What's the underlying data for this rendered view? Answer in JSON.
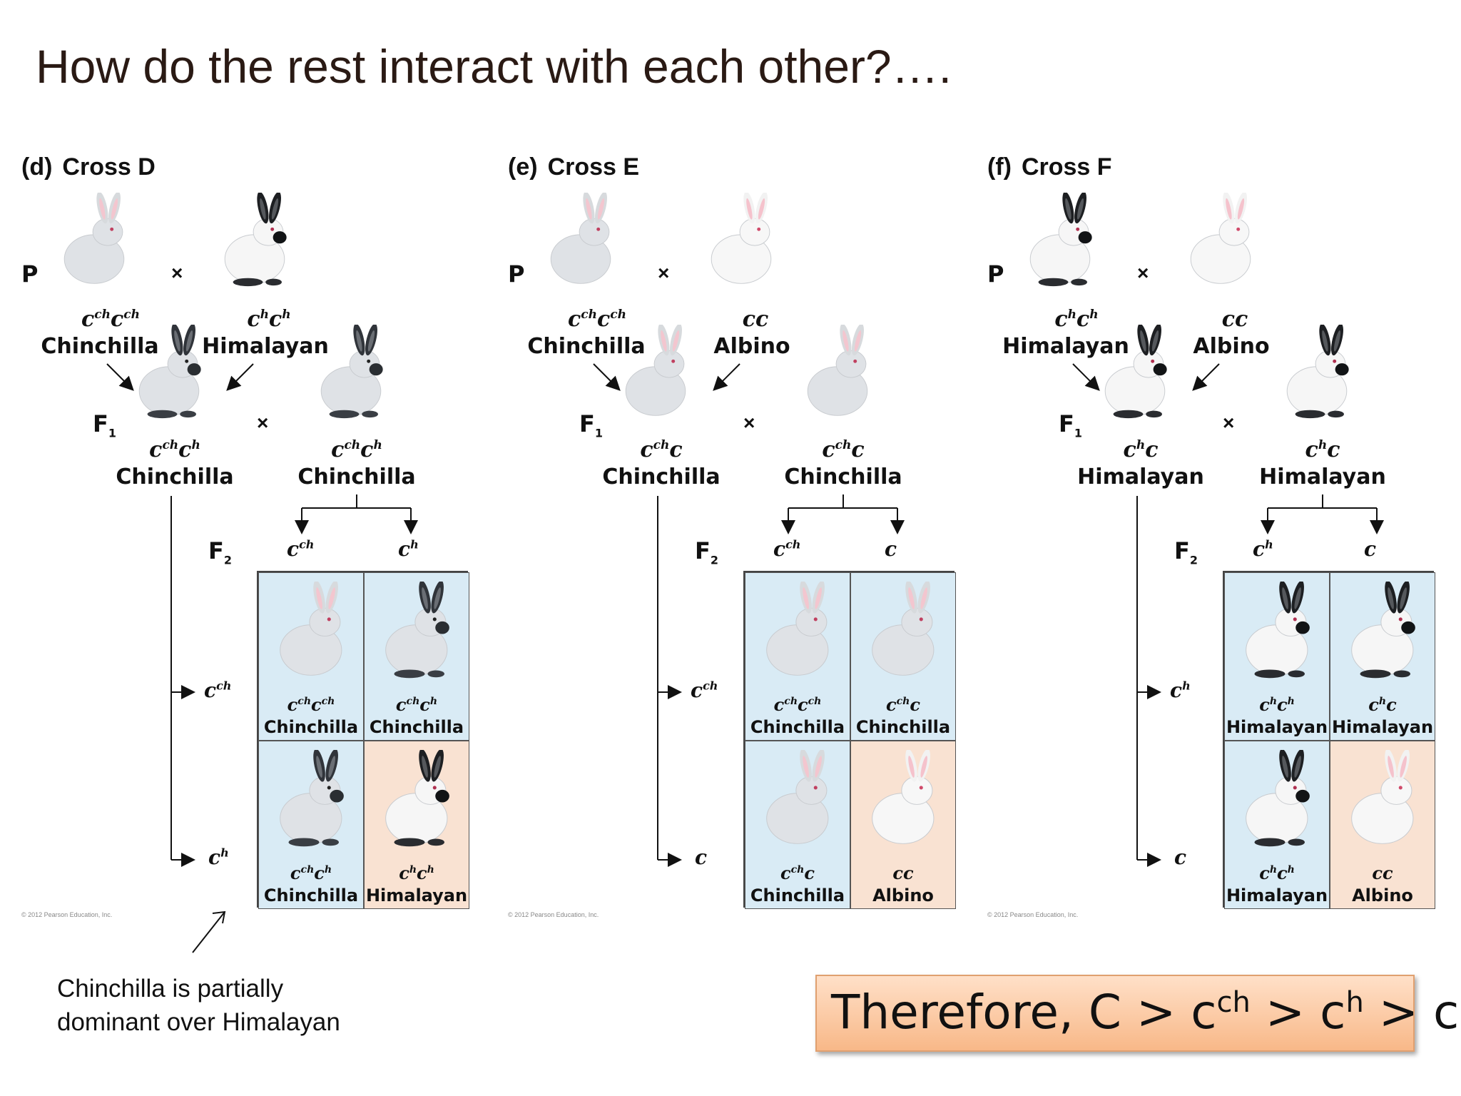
{
  "title": "How do the rest interact with each other?….",
  "crosses": [
    {
      "letter": "(d)",
      "name": "Cross D",
      "p_left": {
        "geno_html": "c<sup>ch</sup>c<sup>ch</sup>",
        "pheno": "Chinchilla",
        "type": "chinchilla"
      },
      "p_right": {
        "geno_html": "c<sup>h</sup>c<sup>h</sup>",
        "pheno": "Himalayan",
        "type": "himalayan"
      },
      "f1_left": {
        "geno_html": "c<sup>ch</sup>c<sup>h</sup>",
        "pheno": "Chinchilla",
        "type": "chinchilla-dark"
      },
      "f1_right": {
        "geno_html": "c<sup>ch</sup>c<sup>h</sup>",
        "pheno": "Chinchilla",
        "type": "chinchilla-dark"
      },
      "col_alleles": [
        "c<sup>ch</sup>",
        "c<sup>h</sup>"
      ],
      "row_alleles": [
        "c<sup>ch</sup>",
        "c<sup>h</sup>"
      ],
      "cells": [
        {
          "geno_html": "c<sup>ch</sup>c<sup>ch</sup>",
          "pheno": "Chinchilla",
          "bg": "blue",
          "type": "chinchilla"
        },
        {
          "geno_html": "c<sup>ch</sup>c<sup>h</sup>",
          "pheno": "Chinchilla",
          "bg": "blue",
          "type": "chinchilla-dark"
        },
        {
          "geno_html": "c<sup>ch</sup>c<sup>h</sup>",
          "pheno": "Chinchilla",
          "bg": "blue",
          "type": "chinchilla-dark"
        },
        {
          "geno_html": "c<sup>h</sup>c<sup>h</sup>",
          "pheno": "Himalayan",
          "bg": "peach",
          "type": "himalayan"
        }
      ],
      "copyright": "© 2012 Pearson Education, Inc."
    },
    {
      "letter": "(e)",
      "name": "Cross E",
      "p_left": {
        "geno_html": "c<sup>ch</sup>c<sup>ch</sup>",
        "pheno": "Chinchilla",
        "type": "chinchilla"
      },
      "p_right": {
        "geno_html": "cc",
        "pheno": "Albino",
        "type": "albino"
      },
      "f1_left": {
        "geno_html": "c<sup>ch</sup>c",
        "pheno": "Chinchilla",
        "type": "chinchilla"
      },
      "f1_right": {
        "geno_html": "c<sup>ch</sup>c",
        "pheno": "Chinchilla",
        "type": "chinchilla"
      },
      "col_alleles": [
        "c<sup>ch</sup>",
        "c"
      ],
      "row_alleles": [
        "c<sup>ch</sup>",
        "c"
      ],
      "cells": [
        {
          "geno_html": "c<sup>ch</sup>c<sup>ch</sup>",
          "pheno": "Chinchilla",
          "bg": "blue",
          "type": "chinchilla"
        },
        {
          "geno_html": "c<sup>ch</sup>c",
          "pheno": "Chinchilla",
          "bg": "blue",
          "type": "chinchilla"
        },
        {
          "geno_html": "c<sup>ch</sup>c",
          "pheno": "Chinchilla",
          "bg": "blue",
          "type": "chinchilla"
        },
        {
          "geno_html": "cc",
          "pheno": "Albino",
          "bg": "peach",
          "type": "albino"
        }
      ],
      "copyright": "© 2012 Pearson Education, Inc."
    },
    {
      "letter": "(f)",
      "name": "Cross F",
      "p_left": {
        "geno_html": "c<sup>h</sup>c<sup>h</sup>",
        "pheno": "Himalayan",
        "type": "himalayan"
      },
      "p_right": {
        "geno_html": "cc",
        "pheno": "Albino",
        "type": "albino"
      },
      "f1_left": {
        "geno_html": "c<sup>h</sup>c",
        "pheno": "Himalayan",
        "type": "himalayan"
      },
      "f1_right": {
        "geno_html": "c<sup>h</sup>c",
        "pheno": "Himalayan",
        "type": "himalayan"
      },
      "col_alleles": [
        "c<sup>h</sup>",
        "c"
      ],
      "row_alleles": [
        "c<sup>h</sup>",
        "c"
      ],
      "cells": [
        {
          "geno_html": "c<sup>h</sup>c<sup>h</sup>",
          "pheno": "Himalayan",
          "bg": "blue",
          "type": "himalayan"
        },
        {
          "geno_html": "c<sup>h</sup>c",
          "pheno": "Himalayan",
          "bg": "blue",
          "type": "himalayan"
        },
        {
          "geno_html": "c<sup>h</sup>c<sup>h</sup>",
          "pheno": "Himalayan",
          "bg": "blue",
          "type": "himalayan"
        },
        {
          "geno_html": "cc",
          "pheno": "Albino",
          "bg": "peach",
          "type": "albino"
        }
      ],
      "copyright": "© 2012 Pearson Education, Inc."
    }
  ],
  "labels": {
    "p": "P",
    "f1": "F",
    "f1_sub": "1",
    "f2": "F",
    "f2_sub": "2",
    "times": "×"
  },
  "note": "Chinchilla is partially\ndominant over Himalayan",
  "conclusion_html": "Therefore, C &gt; c<sup>ch</sup> &gt; c<sup>h</sup> &gt; c",
  "colors": {
    "cell_blue": "#d9ebf5",
    "cell_peach": "#f9e2d2",
    "conclusion_bg": "#f8c8a0"
  }
}
